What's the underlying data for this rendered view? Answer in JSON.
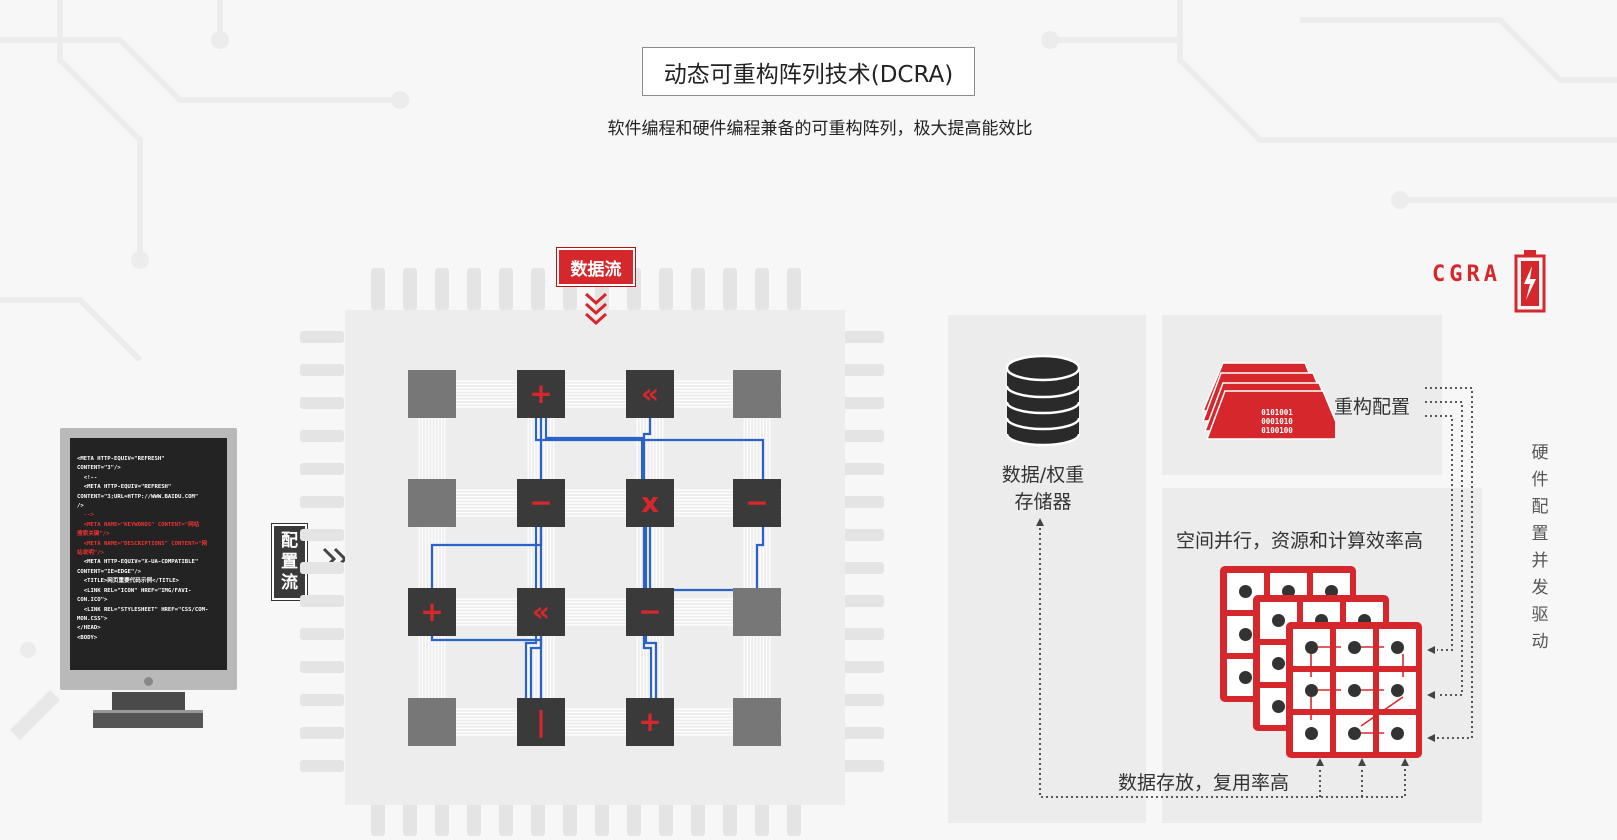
{
  "header": {
    "title": "动态可重构阵列技术(DCRA)",
    "subtitle": "软件编程和硬件编程兼备的可重构阵列，极大提高能效比"
  },
  "tags": {
    "data_flow": "数据流",
    "config_flow": [
      "配",
      "置",
      "流"
    ]
  },
  "monitor": {
    "code_lines": [
      {
        "text": "<META HTTP-EQUIV=\"REFRESH\"",
        "red": false
      },
      {
        "text": "CONTENT=\"3\"/>",
        "red": false
      },
      {
        "text": "  <!--",
        "red": false
      },
      {
        "text": "  <META HTTP-EQUIV=\"REFRESH\"",
        "red": false
      },
      {
        "text": "CONTENT=\"3;URL=HTTP://WWW.BAIDU.COM\"",
        "red": false
      },
      {
        "text": "/>",
        "red": false
      },
      {
        "text": "  -->",
        "red": true
      },
      {
        "text": "  <META NAME=\"KEYWORDS\" CONTENT=\"网站",
        "red": true
      },
      {
        "text": "搜索关键\"/>",
        "red": true
      },
      {
        "text": "  <META NAME=\"DESCRIPTIONS\" CONTENT=\"网",
        "red": true
      },
      {
        "text": "站说明\"/>",
        "red": true
      },
      {
        "text": "  <META HTTP-EQUIV=\"X-UA-COMPATIBLE\"",
        "red": false
      },
      {
        "text": "CONTENT=\"IE=EDGE\"/>",
        "red": false
      },
      {
        "text": "  <TITLE>网页重要代码示例</TITLE>",
        "red": false
      },
      {
        "text": "  <LINK REL=\"ICON\" HREF=\"IMG/FAVI-",
        "red": false
      },
      {
        "text": "CON.ICO\">",
        "red": false
      },
      {
        "text": "  <LINK REL=\"STYLESHEET\" HREF=\"CSS/COM-",
        "red": false
      },
      {
        "text": "MON.CSS\">",
        "red": false
      },
      {
        "text": "</HEAD>",
        "red": false
      },
      {
        "text": "<BODY>",
        "red": false
      }
    ]
  },
  "pe_grid": [
    [
      "empty",
      "+",
      "«",
      "empty"
    ],
    [
      "empty",
      "−",
      "x",
      "−"
    ],
    [
      "+",
      "«",
      "−",
      "empty"
    ],
    [
      "empty",
      "|",
      "+",
      "empty"
    ]
  ],
  "cgra": {
    "logo": "CGRA",
    "storage_label_line1": "数据/权重",
    "storage_label_line2": "存储器",
    "reconfig_label": "重构配置",
    "bits_line1": "0101001",
    "bits_line2": "0001010",
    "bits_line3": "0100100",
    "parallel_label": "空间并行，资源和计算效率高",
    "storage_reuse_label": "数据存放，复用率高",
    "side_text": [
      "硬",
      "件",
      "配",
      "置",
      "并",
      "发",
      "驱",
      "动"
    ]
  },
  "colors": {
    "accent_red": "#d6282c",
    "wire_blue": "#2b63c8",
    "pe_dark": "#3a3a3a",
    "pe_gray": "#777777"
  }
}
